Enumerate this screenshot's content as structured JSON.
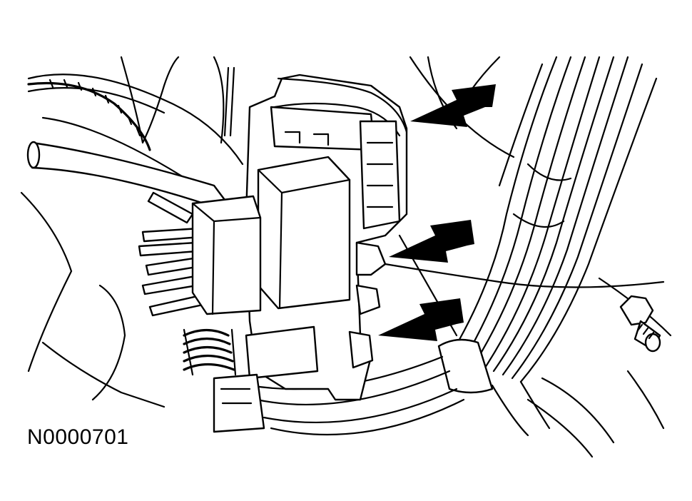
{
  "figure": {
    "figure_id": "N0000701",
    "colors": {
      "ink": "#000000",
      "background": "#ffffff"
    },
    "callouts": [
      {
        "name": "arrow-1",
        "direction": "points-left"
      },
      {
        "name": "arrow-2",
        "direction": "points-left"
      },
      {
        "name": "arrow-3",
        "direction": "points-left"
      }
    ]
  }
}
